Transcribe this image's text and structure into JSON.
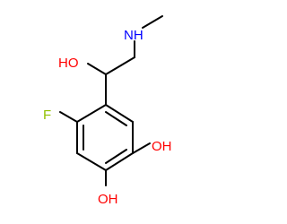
{
  "molecule": {
    "atoms": [
      {
        "key": "fluorine",
        "label": "F",
        "color": "#90c000"
      },
      {
        "key": "hydroxyl-top",
        "label": "HO",
        "color": "#ff0000"
      },
      {
        "key": "amine",
        "label": "NH",
        "color": "#0000ff"
      },
      {
        "key": "hydroxyl-right",
        "label": "OH",
        "color": "#ff0000"
      },
      {
        "key": "hydroxyl-bottom",
        "label": "OH",
        "color": "#ff0000"
      }
    ],
    "bond_color": "#000000"
  }
}
